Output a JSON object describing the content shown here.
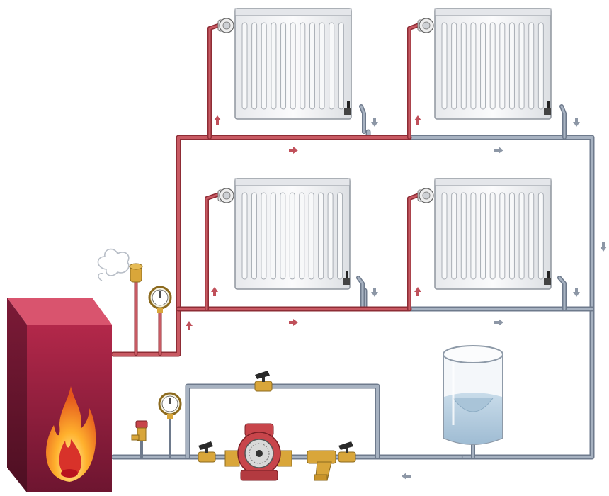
{
  "diagram": {
    "description_visible_text": "",
    "colors": {
      "supply_pipe": "#b5414a",
      "return_pipe": "#8a96a8",
      "boiler_front": "#9b1f3a",
      "boiler_side": "#c23a55",
      "boiler_top": "#d9546e",
      "radiator_body": "#f1f2f4",
      "radiator_outline": "#9aa0a8",
      "flow_arrow_supply": "#c0505a",
      "flow_arrow_return": "#8d97a6",
      "tank_water": "#b9cfe0",
      "pump_body": "#c8454b",
      "brass_fitting": "#d9a63a",
      "valve_handle": "#2a2a2a"
    },
    "components": {
      "boiler": {
        "icon": "boiler-with-flame-icon"
      },
      "radiators": [
        {
          "id": "radiator-top-left",
          "icon": "radiator-icon"
        },
        {
          "id": "radiator-top-right",
          "icon": "radiator-icon"
        },
        {
          "id": "radiator-bottom-left",
          "icon": "radiator-icon"
        },
        {
          "id": "radiator-bottom-right",
          "icon": "radiator-icon"
        }
      ],
      "circulation_pump": {
        "icon": "circulation-pump-icon"
      },
      "expansion_tank": {
        "icon": "open-expansion-tank-icon"
      },
      "air_vent": {
        "icon": "air-vent-icon"
      },
      "pressure_gauges": [
        "pressure-gauge-icon",
        "pressure-gauge-icon"
      ],
      "safety_valve": {
        "icon": "safety-valve-icon"
      },
      "strainer": {
        "icon": "y-strainer-icon"
      },
      "ball_valves": [
        "ball-valve-icon",
        "ball-valve-icon",
        "ball-valve-icon"
      ]
    }
  }
}
